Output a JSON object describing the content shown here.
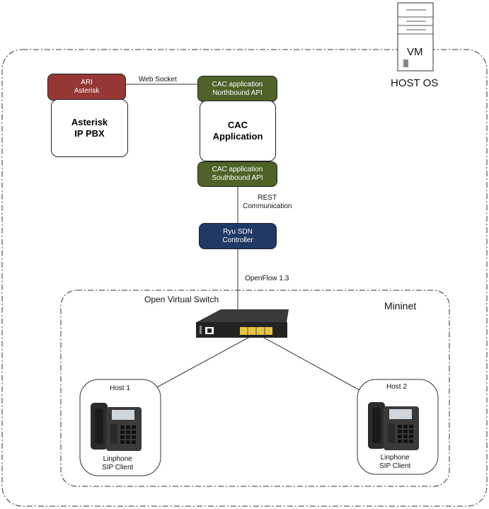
{
  "labels": {
    "ari_line1": "ARI",
    "ari_line2": "Asterisk",
    "asterisk_line1": "Asterisk",
    "asterisk_line2": "IP PBX",
    "websocket": "Web Socket",
    "cac_north_line1": "CAC application",
    "cac_north_line2": "Northbound API",
    "cac_app_line1": "CAC",
    "cac_app_line2": "Application",
    "cac_south_line1": "CAC application",
    "cac_south_line2": "Southbound API",
    "rest_line1": "REST",
    "rest_line2": "Communication",
    "ryu_line1": "Ryu SDN",
    "ryu_line2": "Controller",
    "openflow": "OpenFlow 1.3",
    "ovs": "Open Virtual Switch",
    "mininet": "Mininet",
    "vm": "VM",
    "host_os": "HOST OS",
    "host1": "Host 1",
    "host2": "Host 2",
    "host1_client_line1": "Linphone",
    "host1_client_line2": "SIP Client",
    "host2_client_line1": "Linphone",
    "host2_client_line2": "SIP Client"
  },
  "colors": {
    "api_green": "#4f6228",
    "ari_red": "#953735",
    "controller_navy": "#1f3864"
  },
  "icons": [
    "server-icon",
    "switch-icon",
    "ip-phone-icon"
  ]
}
